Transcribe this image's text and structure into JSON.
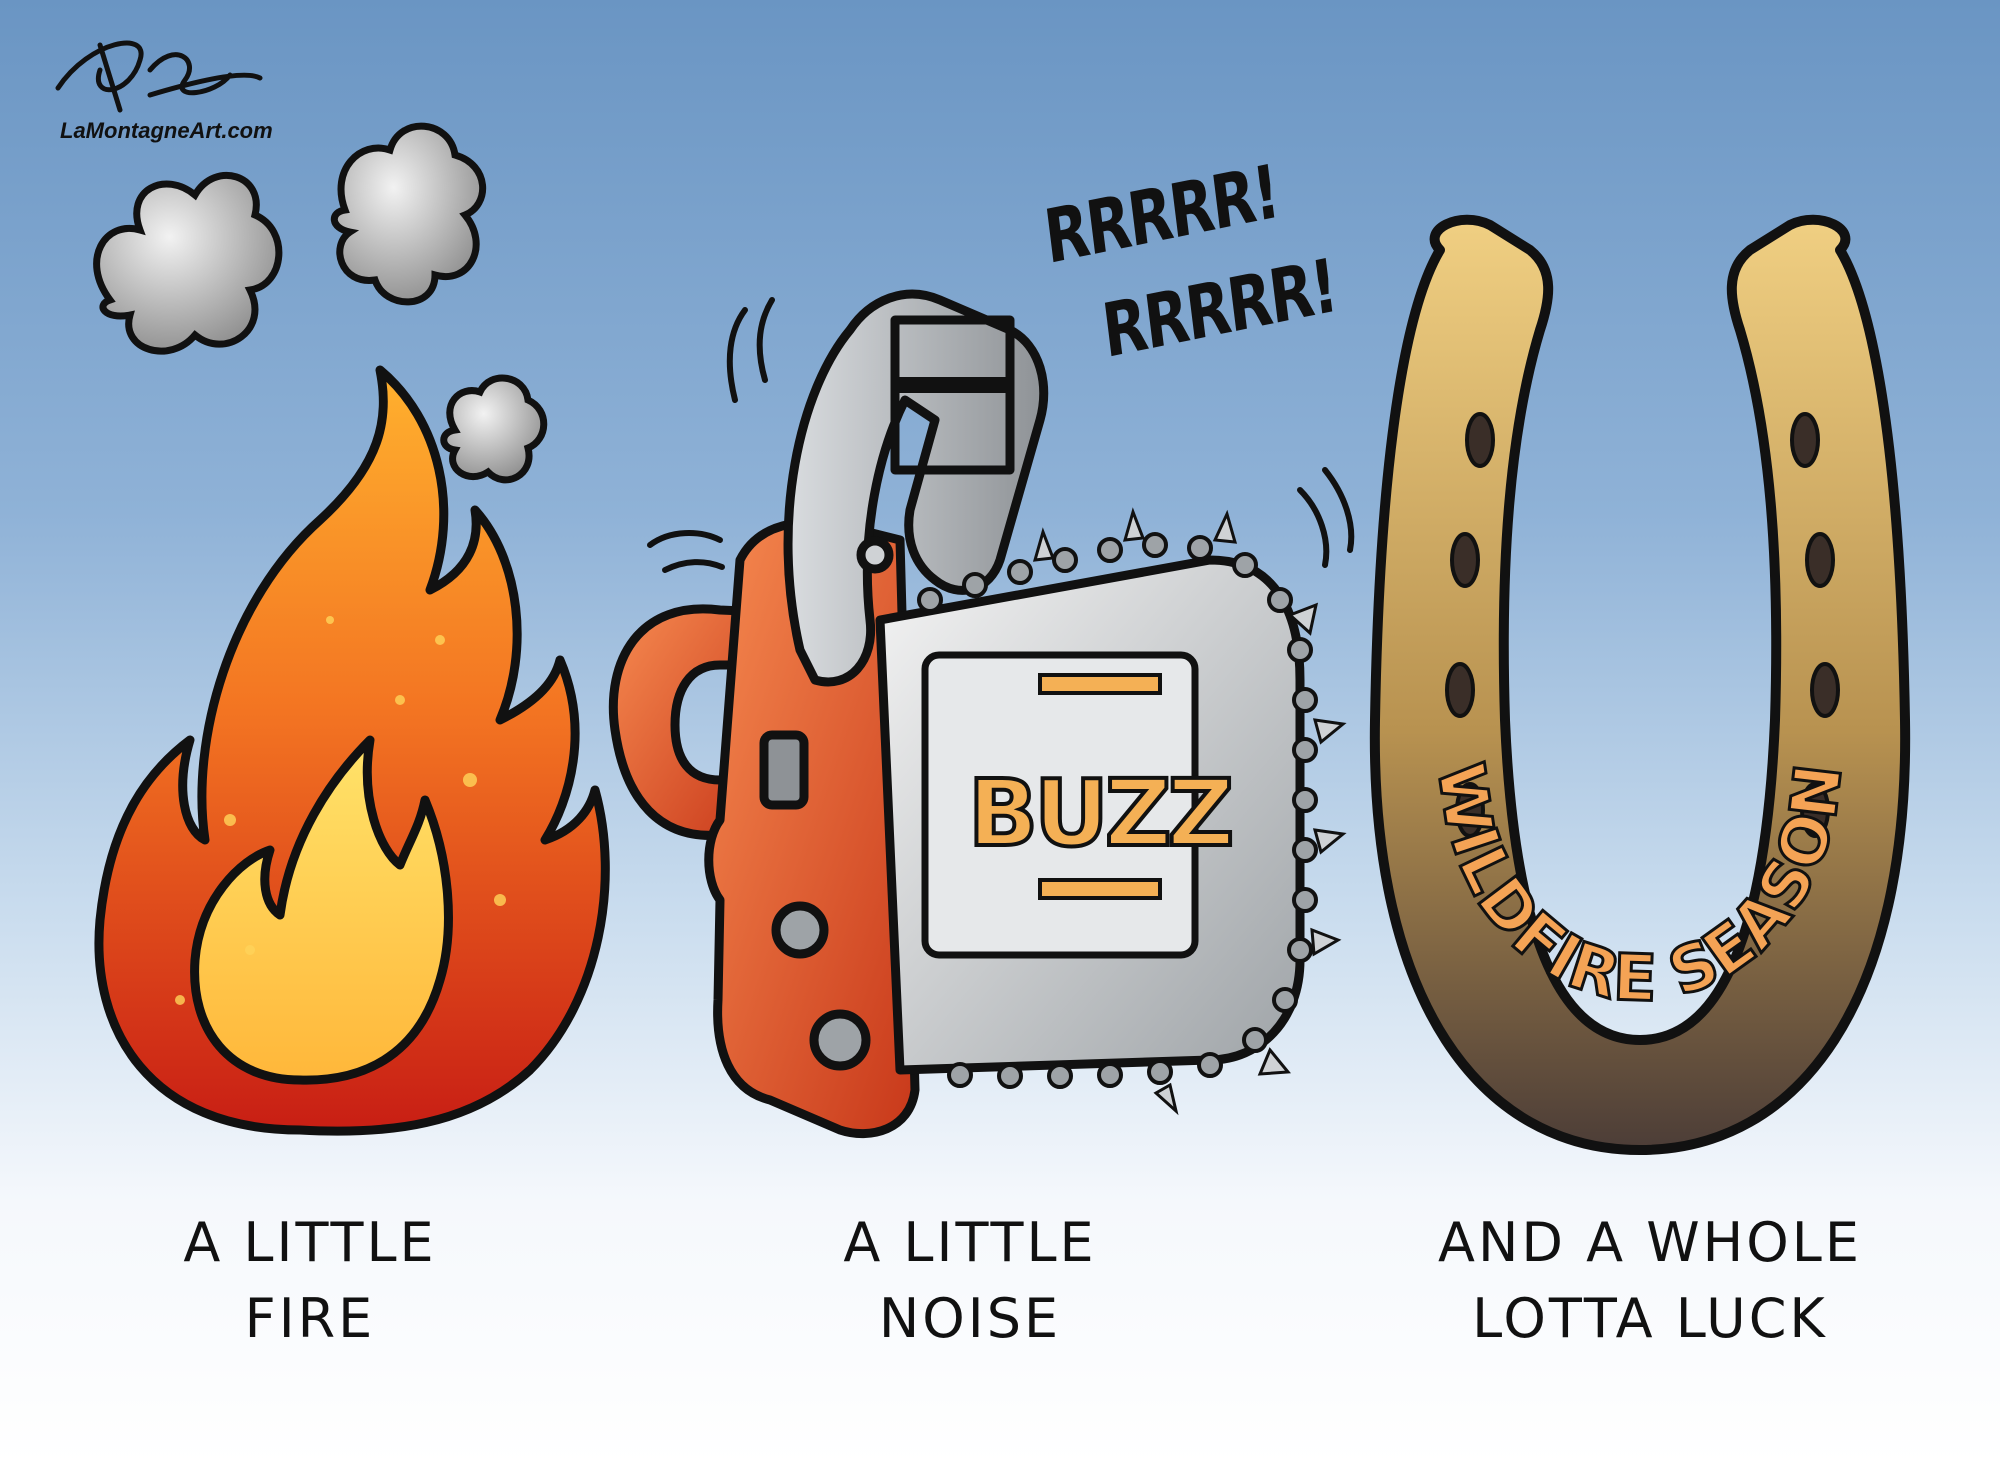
{
  "signature": {
    "url": "LaMontagneArt.com"
  },
  "panels": [
    {
      "caption_line1": "A LITTLE",
      "caption_line2": "FIRE"
    },
    {
      "caption_line1": "A LITTLE",
      "caption_line2": "NOISE"
    },
    {
      "caption_line1": "AND A WHOLE",
      "caption_line2": "LOTTA LUCK"
    }
  ],
  "chainsaw": {
    "brand": "BUZZ",
    "sound_1": "RRRRR!",
    "sound_2": "RRRRR!"
  },
  "horseshoe": {
    "label": "WILDFIRE SEASON"
  },
  "colors": {
    "sky_top": "#6a95c3",
    "flame_outer": "#d9391c",
    "flame_inner": "#ffc845",
    "chainsaw_body": "#e45a2a",
    "blade": "#bfc3c6",
    "horseshoe_gold": "#d9b25f",
    "horseshoe_dark": "#5a4a40",
    "label_orange": "#f4a355"
  }
}
